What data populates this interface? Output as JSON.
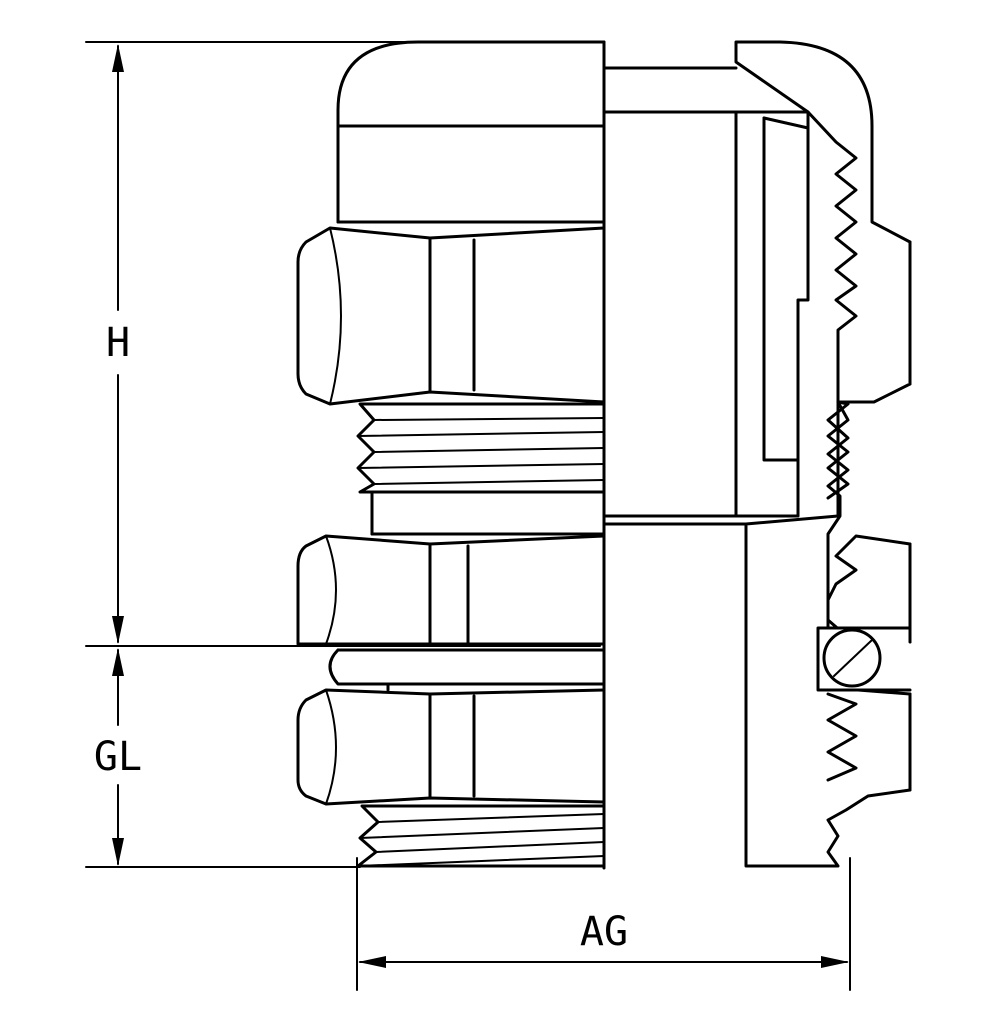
{
  "dimensions": {
    "height_label": "H",
    "gland_length_label": "GL",
    "thread_label": "AG"
  }
}
